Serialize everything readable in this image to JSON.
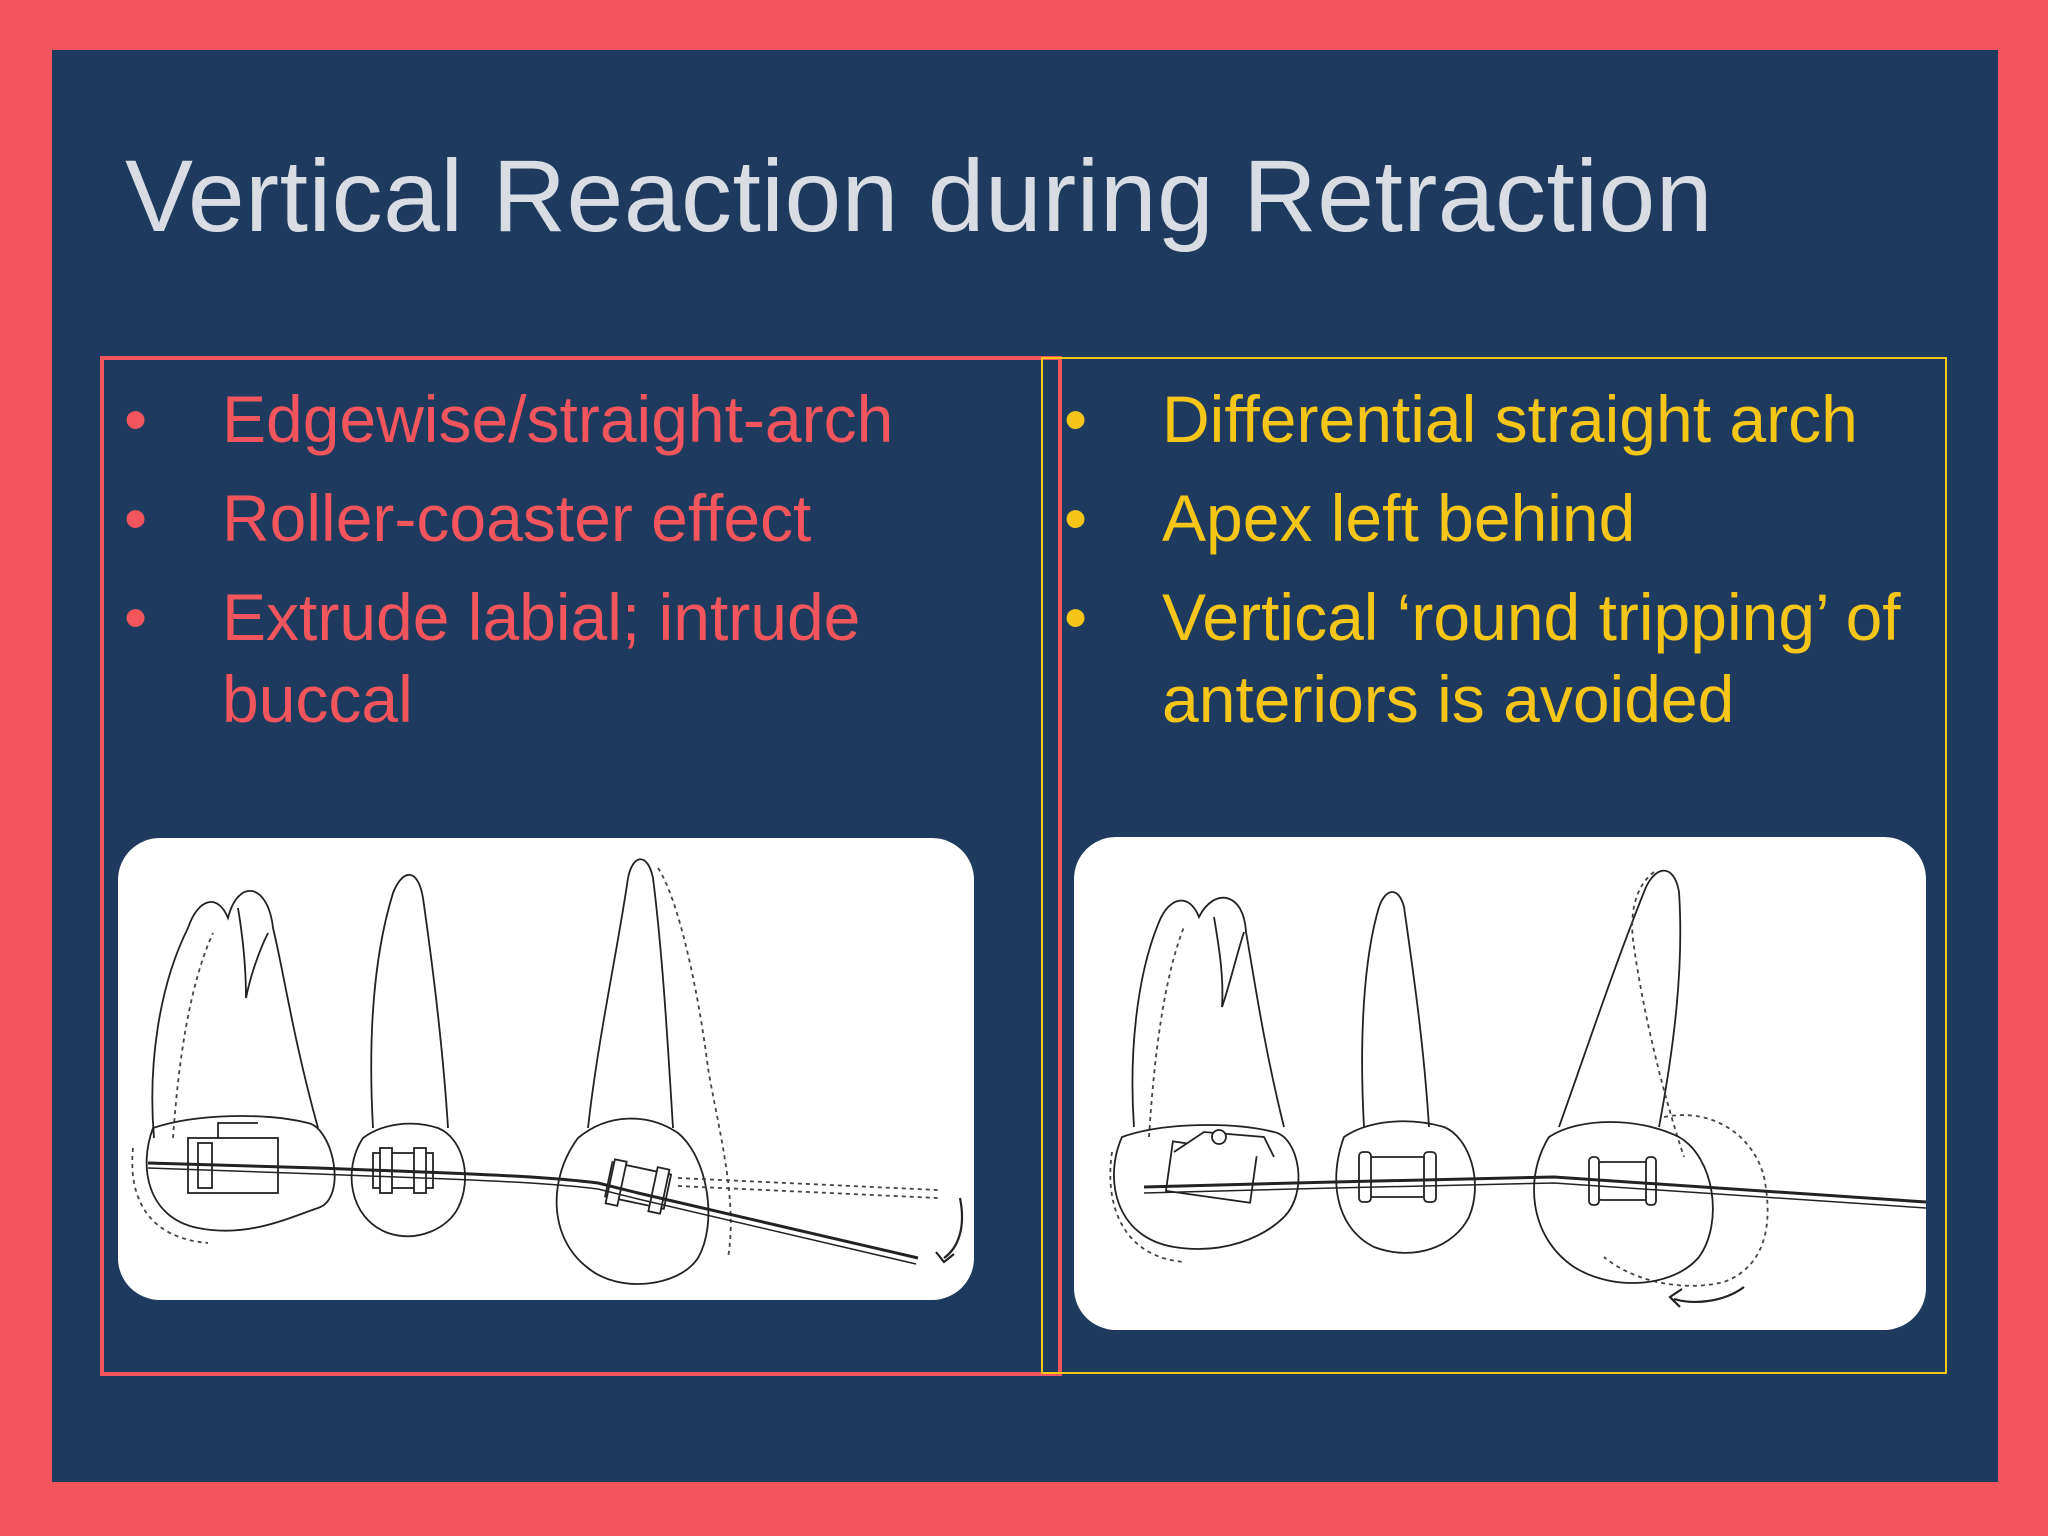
{
  "slide": {
    "title": "Vertical Reaction during Retraction",
    "bullet_symbol": "•",
    "left_panel": {
      "border_color": "#f2555c",
      "text_color": "#f2555c",
      "bullets": [
        "Edgewise/straight-arch",
        "Roller-coaster  effect",
        "Extrude labial; intrude buccal"
      ],
      "illustration_icon": "teeth-retraction-roller-coaster-illustration"
    },
    "right_panel": {
      "border_color": "#f5c518",
      "text_color": "#f5c518",
      "bullets": [
        "Differential straight arch",
        "Apex left behind",
        "Vertical ‘round tripping’ of anteriors is avoided"
      ],
      "illustration_icon": "teeth-retraction-differential-illustration"
    }
  },
  "colors": {
    "frame": "#f2555c",
    "background": "#1f3a5f",
    "title": "#d9dde3"
  }
}
